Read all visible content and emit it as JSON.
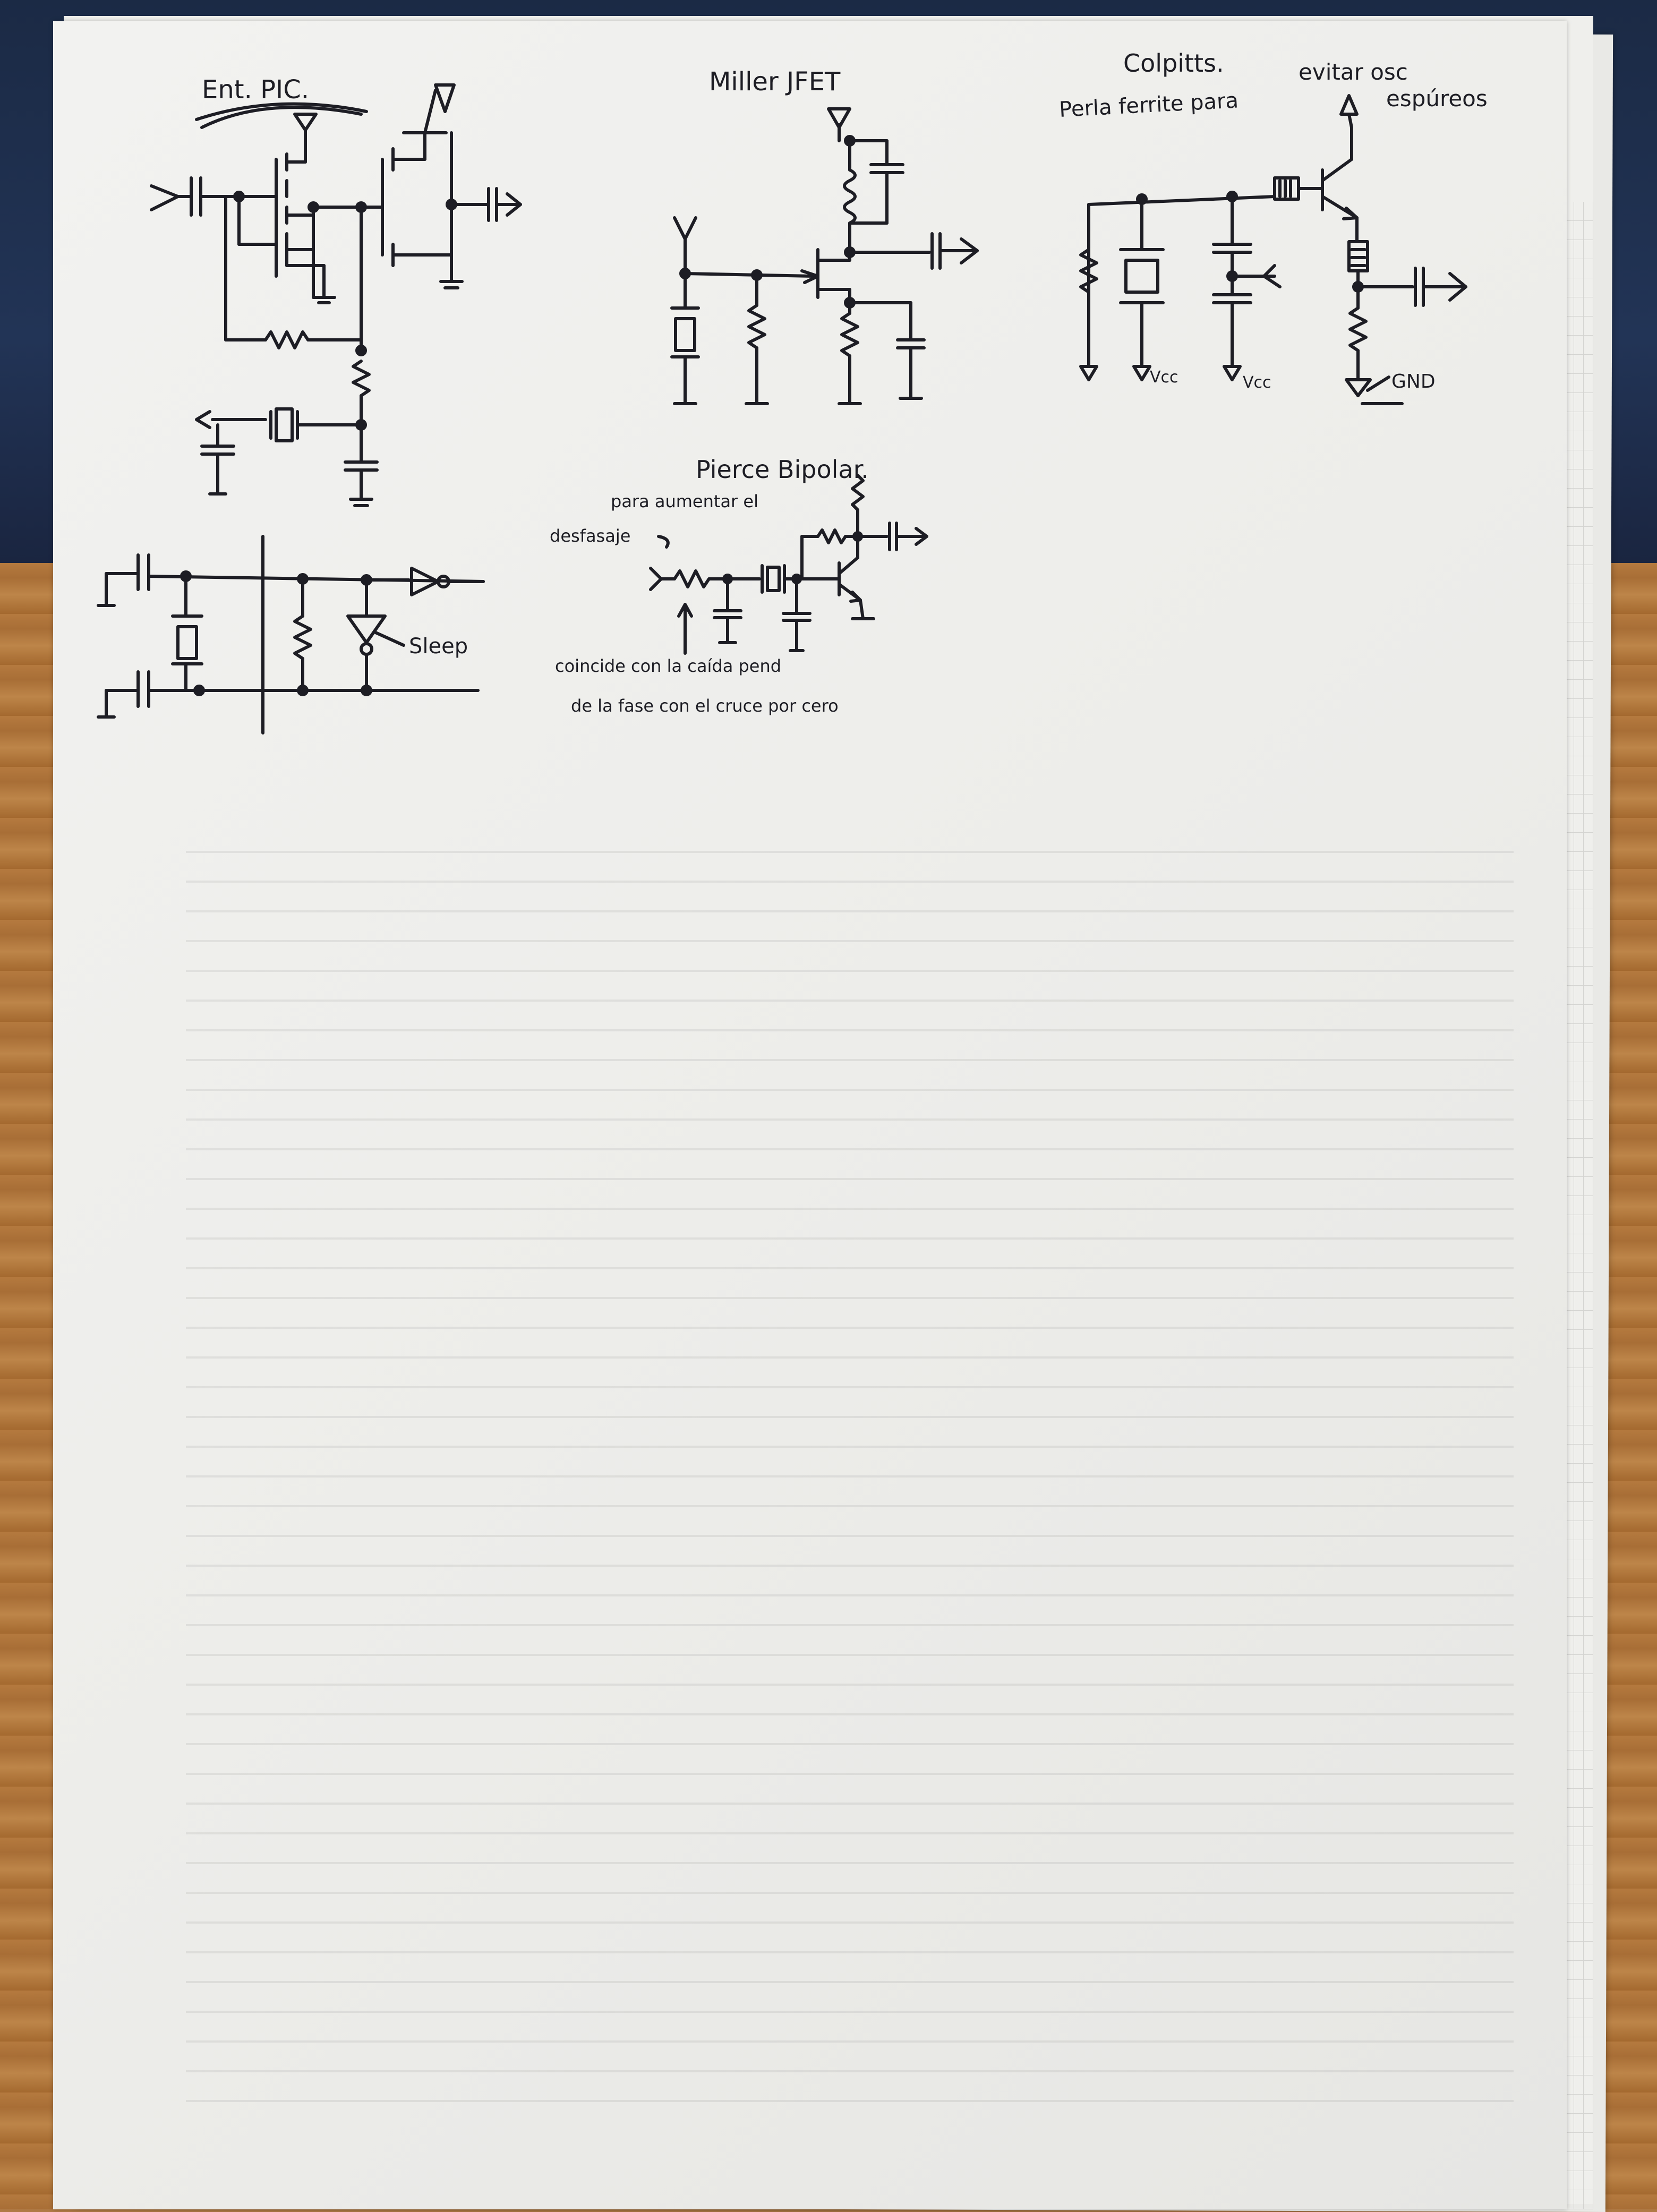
{
  "labels": {
    "pic_title": "Ent. PIC.",
    "miller_title": "Miller JFET",
    "colpitts_title": "Colpitts.",
    "colpitts_note_line1": "evitar osc",
    "colpitts_note_line2": "Perla ferrite para",
    "colpitts_note_line3": "espúreos",
    "vcc_1": "Vcc",
    "vcc_2": "Vcc",
    "gnd": "GND",
    "sleep": "Sleep",
    "pierce_title": "Pierce Bipolar.",
    "pierce_note_line1": "para aumentar el",
    "pierce_note_line2": "desfasaje",
    "pierce_footer_line1": "coincide con la caída pend",
    "pierce_footer_line2": "de la fase con el cruce por cero"
  },
  "colors": {
    "ink": "#1d1d24",
    "paper": "#efefec"
  }
}
